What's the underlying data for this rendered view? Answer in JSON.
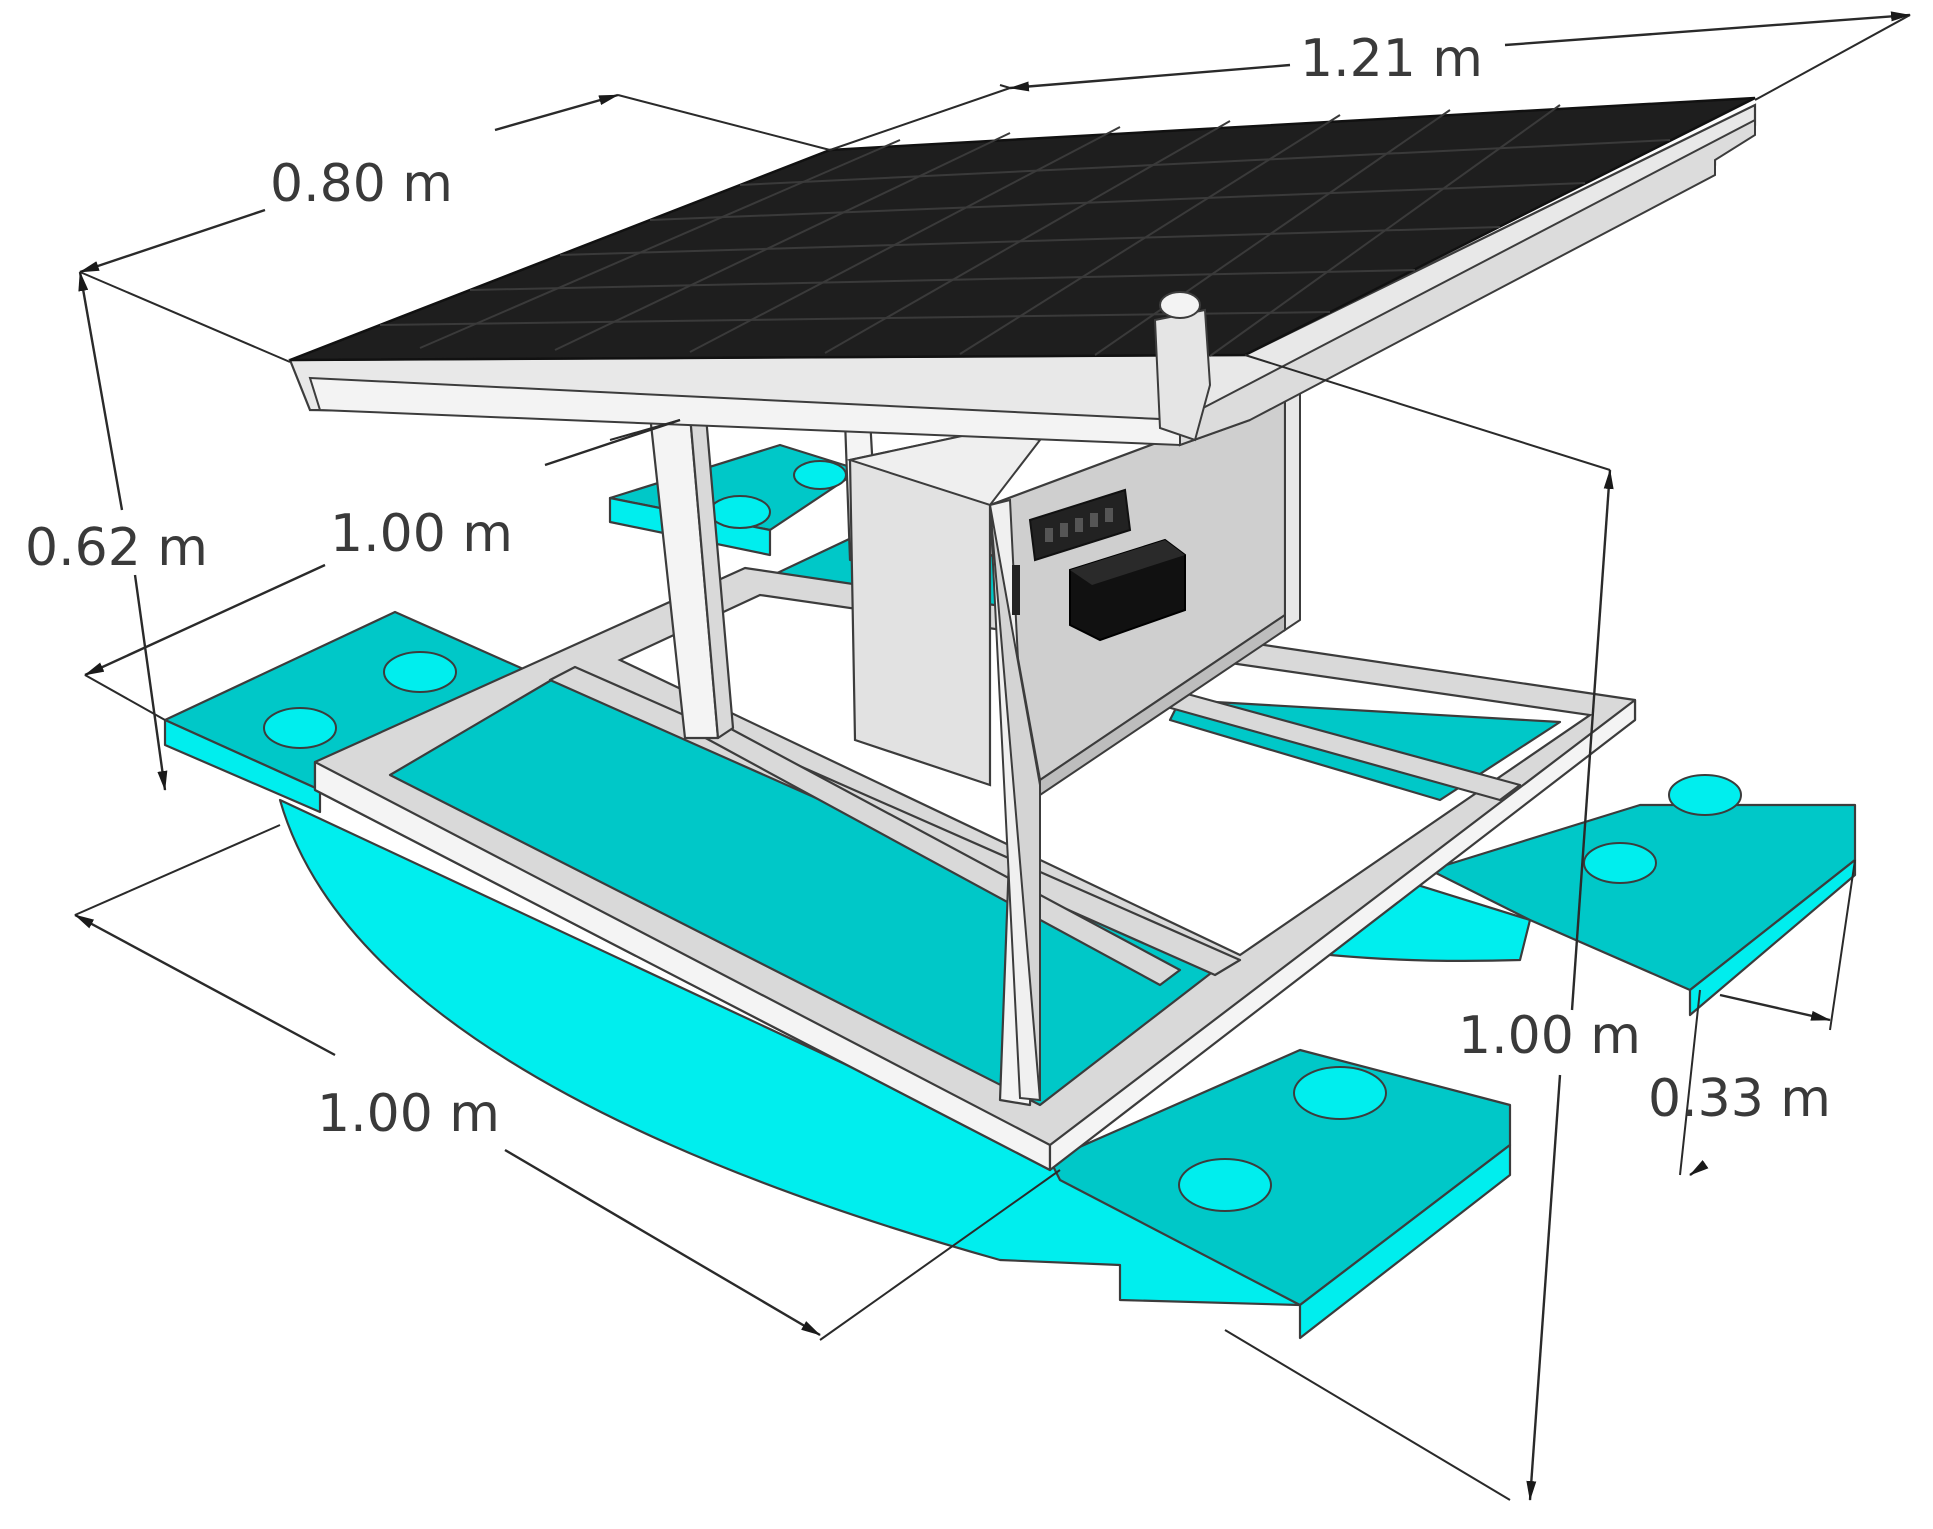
{
  "dimensions": {
    "panel_length": "1.21 m",
    "panel_width": "0.80 m",
    "height": "0.62 m",
    "frame_width": "1.00 m",
    "hull_length": "1.00 m",
    "overall_depth": "1.00 m",
    "pontoon_width": "0.33 m"
  },
  "colors": {
    "pontoon_top": "#00c8c8",
    "pontoon_side": "#00eeee",
    "frame": "#d9d9d9",
    "solar_panel": "#1e1e1e",
    "enclosure": "#dcdcdc"
  }
}
